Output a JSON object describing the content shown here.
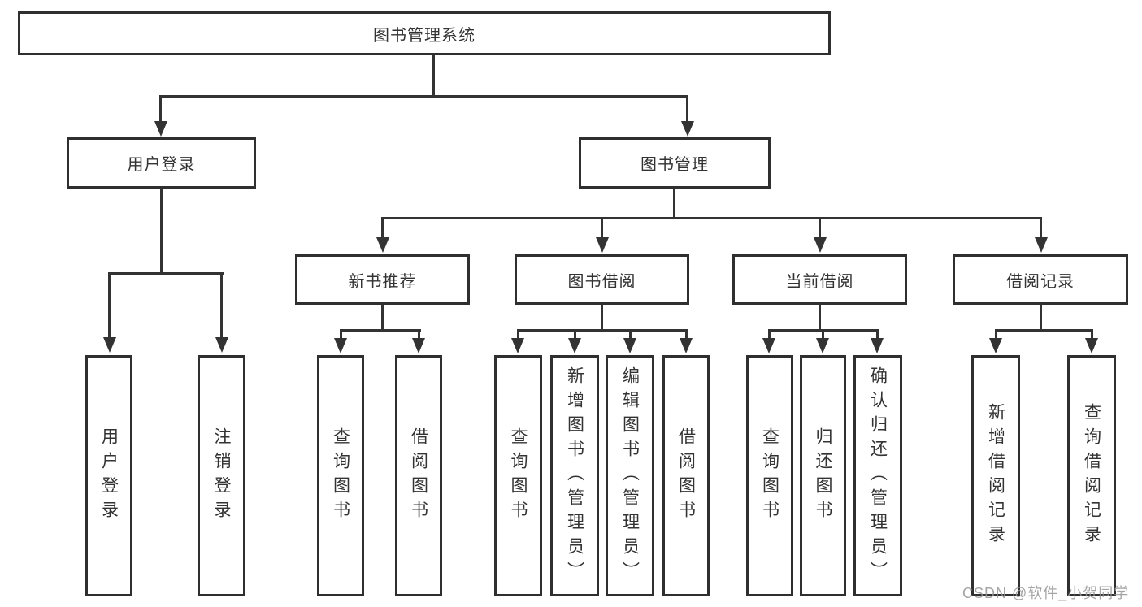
{
  "diagram": {
    "root": {
      "label": "图书管理系统"
    },
    "level2": [
      {
        "label": "用户登录"
      },
      {
        "label": "图书管理"
      }
    ],
    "level3": [
      {
        "label": "新书推荐"
      },
      {
        "label": "图书借阅"
      },
      {
        "label": "当前借阅"
      },
      {
        "label": "借阅记录"
      }
    ],
    "leaves": {
      "user_login": [
        "用户登录",
        "注销登录"
      ],
      "new_books": [
        "查询图书",
        "借阅图书"
      ],
      "book_borrow": [
        "查询图书",
        "新增图书（管理员）",
        "编辑图书（管理员）",
        "借阅图书"
      ],
      "current_borrow": [
        "查询图书",
        "归还图书",
        "确认归还（管理员）"
      ],
      "borrow_records": [
        "新增借阅记录",
        "查询借阅记录"
      ]
    }
  },
  "watermark": {
    "text": "CSDN @软件_小贺同学"
  },
  "colors": {
    "line": "#333333",
    "border": "#2f2f2f",
    "text": "#333333",
    "watermark": "#949494",
    "background": "#ffffff"
  }
}
